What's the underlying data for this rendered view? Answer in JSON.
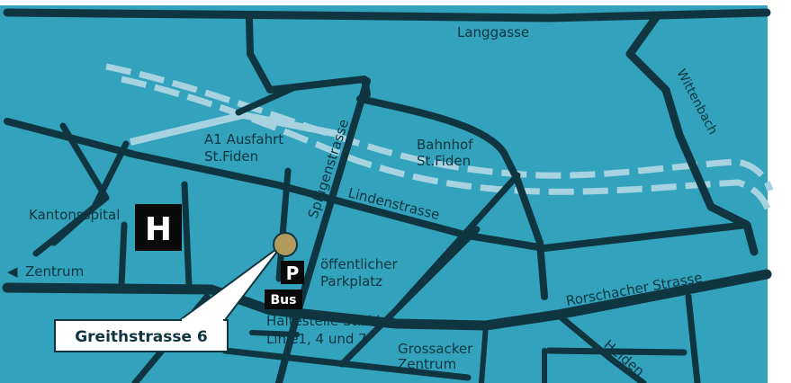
{
  "map": {
    "colors": {
      "water_bg": "#33a2bc",
      "road": "#0f3540",
      "railway": "#a7d3e1",
      "marker": "#b09a5c",
      "callout_bg": "#ffffff"
    },
    "labels": {
      "langgasse": "Langgasse",
      "wittenbach": "Wittenbach",
      "a1_line1": "A1 Ausfahrt",
      "a1_line2": "St.Fiden",
      "bahnhof_line1": "Bahnhof",
      "bahnhof_line2": "St.Fiden",
      "spluegenstrasse": "Splügenstrasse",
      "lindenstrasse": "Lindenstrasse",
      "kantonsspital": "Kantonsspital",
      "zentrum_arrow": "◀",
      "zentrum": "Zentrum",
      "parkplatz_line1": "öffentlicher",
      "parkplatz_line2": "Parkplatz",
      "rorschacher": "Rorschacher Strasse",
      "haltestelle_line1": "Haltestelle St.Fiden",
      "haltestelle_line2": "Linie1, 4 und 7",
      "grossacker_line1": "Grossacker",
      "grossacker_line2": "Zentrum",
      "heiden": "Heiden"
    },
    "hospital_badge": "H",
    "parking_badge": "P",
    "bus_badge": "Bus",
    "callout": "Greithstrasse 6"
  }
}
